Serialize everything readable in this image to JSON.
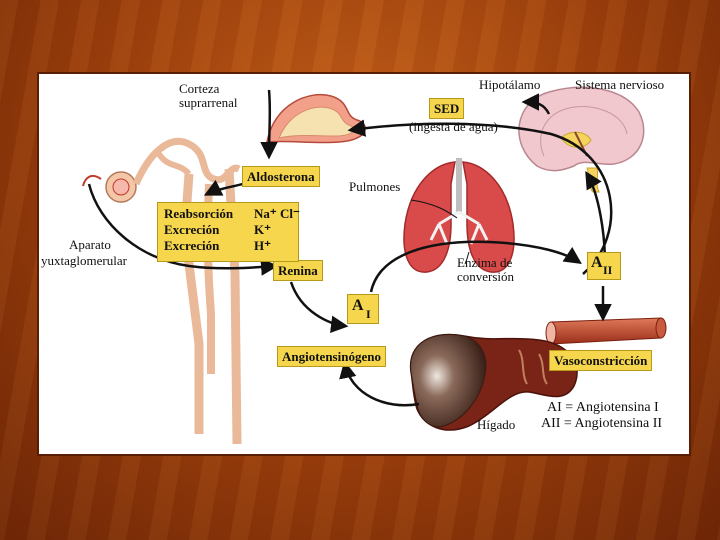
{
  "labels": {
    "corteza": "Corteza",
    "suprarrenal": "suprarrenal",
    "hipotalamo": "Hipotálamo",
    "sistema_nervioso": "Sistema nervioso",
    "ingesta": "(ingesta de agua)",
    "pulmones": "Pulmones",
    "aparato": "Aparato",
    "yuxtaglomerular": "yuxtaglomerular",
    "enzima": "Enzima de",
    "conversion": "conversión",
    "higado": "Hígado"
  },
  "boxes": {
    "sed": "SED",
    "aldosterona": "Aldosterona",
    "renina": "Renina",
    "angiotensinogeno": "Angiotensinógeno",
    "vasoconstriccion": "Vasoconstricción",
    "reabsorcion_label": "Reabsorción",
    "reabsorcion_value": "Na⁺ Cl⁻",
    "excrecion1_label": "Excreción",
    "excrecion1_value": "K⁺",
    "excrecion2_label": "Excreción",
    "excrecion2_value": "H⁺"
  },
  "a1": {
    "letter": "A",
    "sub": "I"
  },
  "a2": {
    "letter": "A",
    "sub": "II"
  },
  "legend": {
    "line1": "AI = Angiotensina I",
    "line2": "AII = Angiotensina II"
  },
  "colors": {
    "box_fill": "#f6d64c",
    "slide_background": "#b0500f",
    "arrow": "#111111"
  }
}
